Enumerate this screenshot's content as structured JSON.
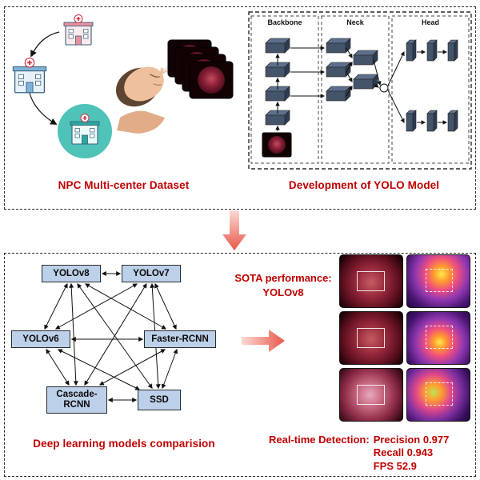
{
  "top": {
    "dataset_label": "NPC Multi-center Dataset",
    "yolo_label": "Development of YOLO Model",
    "sections": {
      "backbone": "Backbone",
      "neck": "Neck",
      "head": "Head"
    }
  },
  "bottom": {
    "models": {
      "yolov8": "YOLOv8",
      "yolov7": "YOLOv7",
      "yolov6": "YOLOv6",
      "faster_rcnn": "Faster-RCNN",
      "cascade_rcnn": "Cascade-RCNN",
      "ssd": "SSD"
    },
    "comparison_label": "Deep learning models comparision",
    "sota": {
      "line1": "SOTA performance:",
      "line2": "YOLOv8"
    },
    "realtime": {
      "label": "Real-time Detection:",
      "precision": "Precision 0.977",
      "recall": "Recall 0.943",
      "fps": "FPS 52.9"
    }
  },
  "icons": {
    "hospital_icon": "building with red cross",
    "patient_head_icon": "head profile with nasal endoscope swab",
    "endoscopy_stack_icon": "stack of endoscopic frames",
    "flow_arrow": "pink gradient arrow"
  },
  "colors": {
    "accent_red": "#C00000",
    "model_box_fill": "#BDD0E9",
    "arrow_pink_light": "#FBD9D4",
    "arrow_pink_dark": "#E8574A",
    "teal_circle": "#4FC3B8",
    "block_dark": "#44546A"
  }
}
